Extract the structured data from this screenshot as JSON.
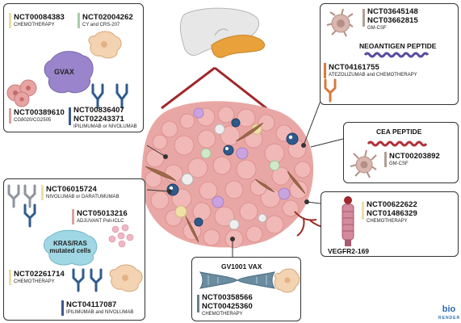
{
  "colors": {
    "tumor": "#e8a7a5",
    "tumor_dark": "#d98a88",
    "antibody_blue": "#2f5b8c",
    "antibody_grey": "#8f949c",
    "antibody_orange": "#d97a3a",
    "bar_yellow": "#e9dfa5",
    "bar_green": "#a9ccaa",
    "bar_pink": "#d9a3a0",
    "bar_slate": "#6a7e8c",
    "bar_navy": "#3c5a8c",
    "peptide_purple": "#5a4aa0",
    "peptide_red": "#b0303a",
    "bender_blue": "#2a6bb5"
  },
  "panel_top_left": {
    "trial_1": {
      "id": "NCT00084383",
      "sub": "CHEMOTHERAPY"
    },
    "trial_2": {
      "id": "NCT02004262",
      "sub": "CY and CRS-207"
    },
    "gvax_label": "GVAX",
    "trial_3": {
      "id": "NCT00389610",
      "sub": "CG8020/CG2505"
    },
    "trial_4": {
      "id_a": "NCT00836407",
      "id_b": "NCT02243371",
      "sub": "IPILIMUMAB or NIVOLUMAB"
    }
  },
  "panel_top_right": {
    "trial_1": {
      "id_a": "NCT03645148",
      "id_b": "NCT03662815",
      "sub": "GM-CSF"
    },
    "heading": "NEOANTIGEN PEPTIDE",
    "trial_2": {
      "id": "NCT04161755",
      "sub": "ATEZOLIZUMAB and CHEMOTHERAPY"
    }
  },
  "panel_cea": {
    "heading": "CEA PEPTIDE",
    "trial": {
      "id": "NCT00203892",
      "sub": "GM-CSF"
    }
  },
  "panel_vegfr": {
    "trial": {
      "id_a": "NCT00622622",
      "id_b": "NCT01486329",
      "sub": "CHEMOTHERAPY"
    },
    "label": "VEGFR2-169"
  },
  "panel_left": {
    "trial_1": {
      "id": "NCT06015724",
      "sub": "NIVOLUMAB or DARATUMUMAB"
    },
    "trial_2": {
      "id": "NCT05013216",
      "sub": "ADJUVANT Poli-ICLC"
    },
    "kras_label_1": "KRAS/RAS",
    "kras_label_2": "mutated cells",
    "trial_3": {
      "id": "NCT02261714",
      "sub": "CHEMOTHERAPY"
    },
    "trial_4": {
      "id": "NCT04117087",
      "sub": "IPILIMUMAB and NIVOLUMAB"
    }
  },
  "panel_bottom": {
    "heading": "GV1001 VAX",
    "trial": {
      "id_a": "NCT00358566",
      "id_b": "NCT00425360",
      "sub": "CHEMOTHERAPY"
    }
  },
  "logo": {
    "line_1": "bio",
    "line_2": "RENDER"
  }
}
